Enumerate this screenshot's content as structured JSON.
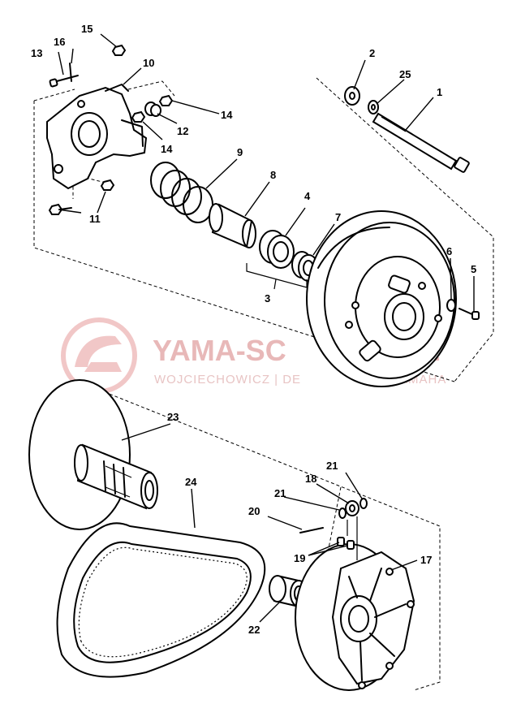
{
  "watermark": {
    "title": "YAMA-SC",
    "title_end": "L",
    "subtitle": "WOJCIECHOWICZ | DE",
    "subtitle_end": "AMAHA"
  },
  "callouts": {
    "p1": "1",
    "p2": "2",
    "p3": "3",
    "p4": "4",
    "p5": "5",
    "p6": "6",
    "p7": "7",
    "p8": "8",
    "p9": "9",
    "p10": "10",
    "p11": "11",
    "p12": "12",
    "p13": "13",
    "p14a": "14",
    "p14b": "14",
    "p15": "15",
    "p16": "16",
    "p17": "17",
    "p18": "18",
    "p19": "19",
    "p20": "20",
    "p21a": "21",
    "p21b": "21",
    "p22": "22",
    "p23": "23",
    "p24": "24",
    "p25": "25"
  }
}
